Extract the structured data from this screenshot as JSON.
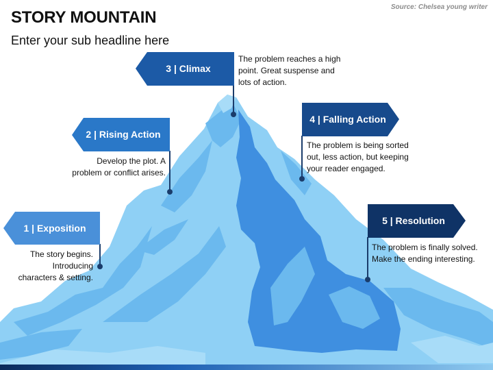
{
  "header": {
    "title": "STORY MOUNTAIN",
    "subtitle": "Enter your sub headline here",
    "source": "Source: Chelsea young writer"
  },
  "stages": [
    {
      "label": "1 | Exposition",
      "desc_lines": [
        "The story begins.",
        "Introducing",
        "characters & setting."
      ],
      "color": "#4a90d9"
    },
    {
      "label": "2 | Rising Action",
      "desc_lines": [
        "Develop the plot. A",
        "problem or conflict arises."
      ],
      "color": "#2a78c8"
    },
    {
      "label": "3 | Climax",
      "desc_lines": [
        "The problem reaches a high",
        "point. Great suspense and",
        "lots of action."
      ],
      "color": "#1c5aa6"
    },
    {
      "label": "4 | Falling Action",
      "desc_lines": [
        "The problem is being sorted",
        "out, less action, but keeping",
        "your reader engaged."
      ],
      "color": "#174a8c"
    },
    {
      "label": "5 | Resolution",
      "desc_lines": [
        "The problem is finally solved.",
        "Make the ending interesting."
      ],
      "color": "#0f3366"
    }
  ],
  "colors": {
    "mountain_light": "#8fd0f5",
    "mountain_mid": "#6bb9ee",
    "mountain_dark": "#3f8fe0",
    "connector": "#1a3c6b"
  }
}
